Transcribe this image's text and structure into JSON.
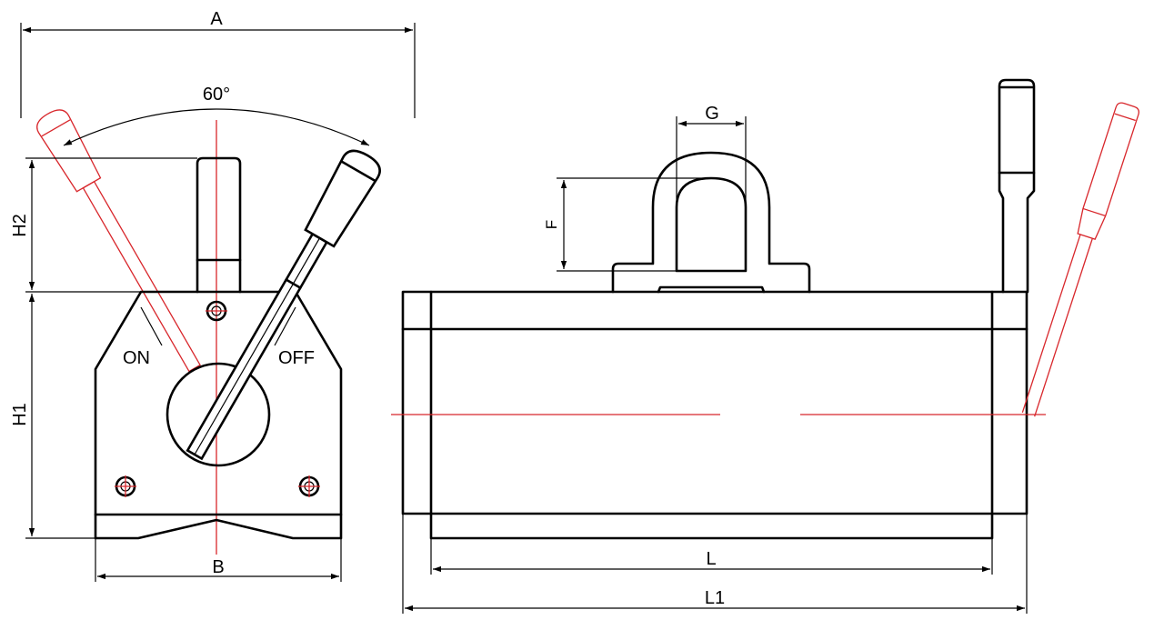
{
  "dimensions": {
    "A": "A",
    "B": "B",
    "H1": "H1",
    "H2": "H2",
    "F": "F",
    "G": "G",
    "L": "L",
    "L1": "L1",
    "angle": "60°"
  },
  "labels": {
    "on": "ON",
    "off": "OFF"
  },
  "colors": {
    "outline": "#000000",
    "centerline": "#d8262b",
    "background": "#ffffff"
  }
}
